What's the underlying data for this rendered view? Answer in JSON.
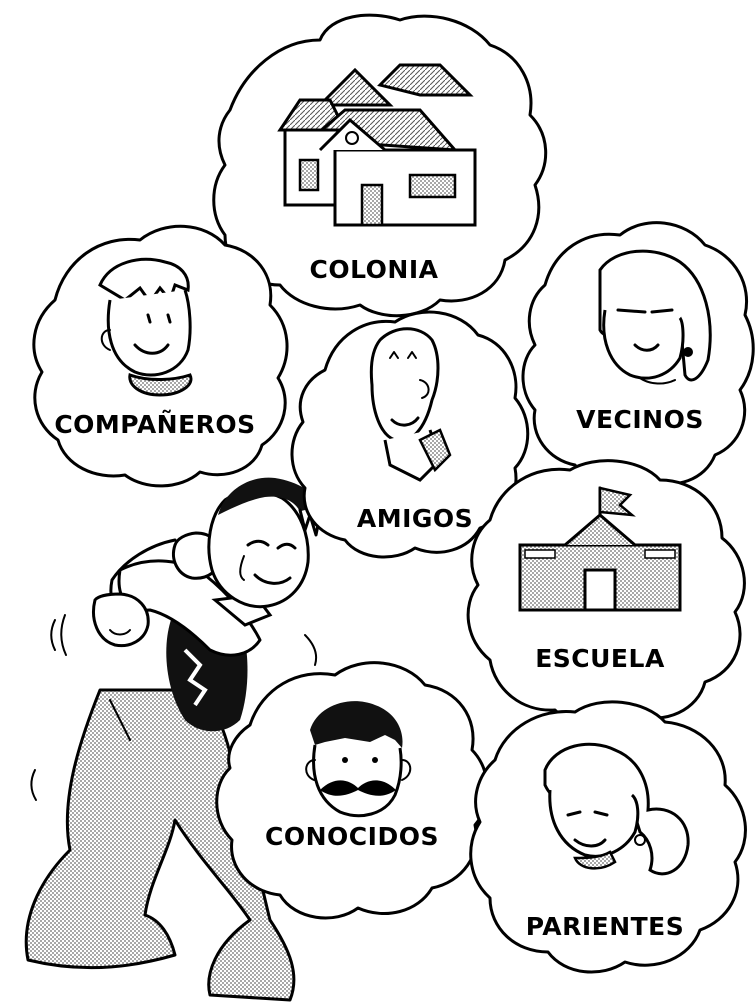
{
  "bubbles": {
    "colonia": "COLONIA",
    "companeros": "COMPAÑEROS",
    "vecinos": "VECINOS",
    "amigos": "AMIGOS",
    "escuela": "ESCUELA",
    "conocidos": "CONOCIDOS",
    "parientes": "PARIENTES"
  },
  "colors": {
    "ink": "#000000",
    "paper": "#ffffff",
    "halftone": "#9a9a9a"
  },
  "icons": [
    "houses-icon",
    "boy-face-icon",
    "woman-face-icon",
    "friend-face-icon",
    "school-building-icon",
    "mustache-man-face-icon",
    "girl-face-icon",
    "thinking-boy-figure"
  ]
}
